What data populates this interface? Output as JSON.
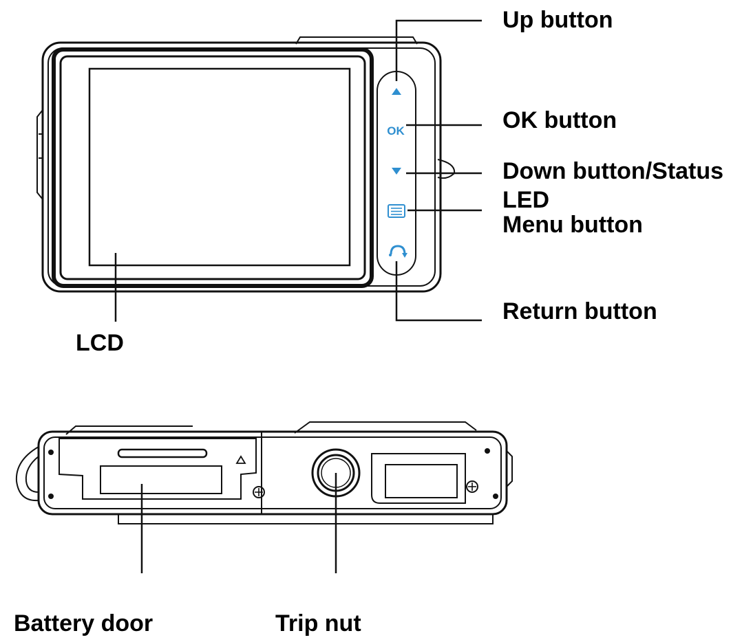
{
  "labels": {
    "up_button": "Up button",
    "ok_button": "OK button",
    "down_button_status": "Down button/Status",
    "led": "LED",
    "menu_button": "Menu button",
    "return_button": "Return button",
    "lcd": "LCD",
    "battery_door": "Battery door",
    "trip_nut": "Trip nut"
  },
  "buttons": {
    "ok_text": "OK"
  },
  "colors": {
    "accent": "#2f8fd0",
    "line": "#111111",
    "background": "#ffffff"
  },
  "icons": {
    "up": "triangle-up-icon",
    "down": "triangle-down-icon",
    "menu": "menu-list-icon",
    "return": "return-arrow-icon"
  }
}
